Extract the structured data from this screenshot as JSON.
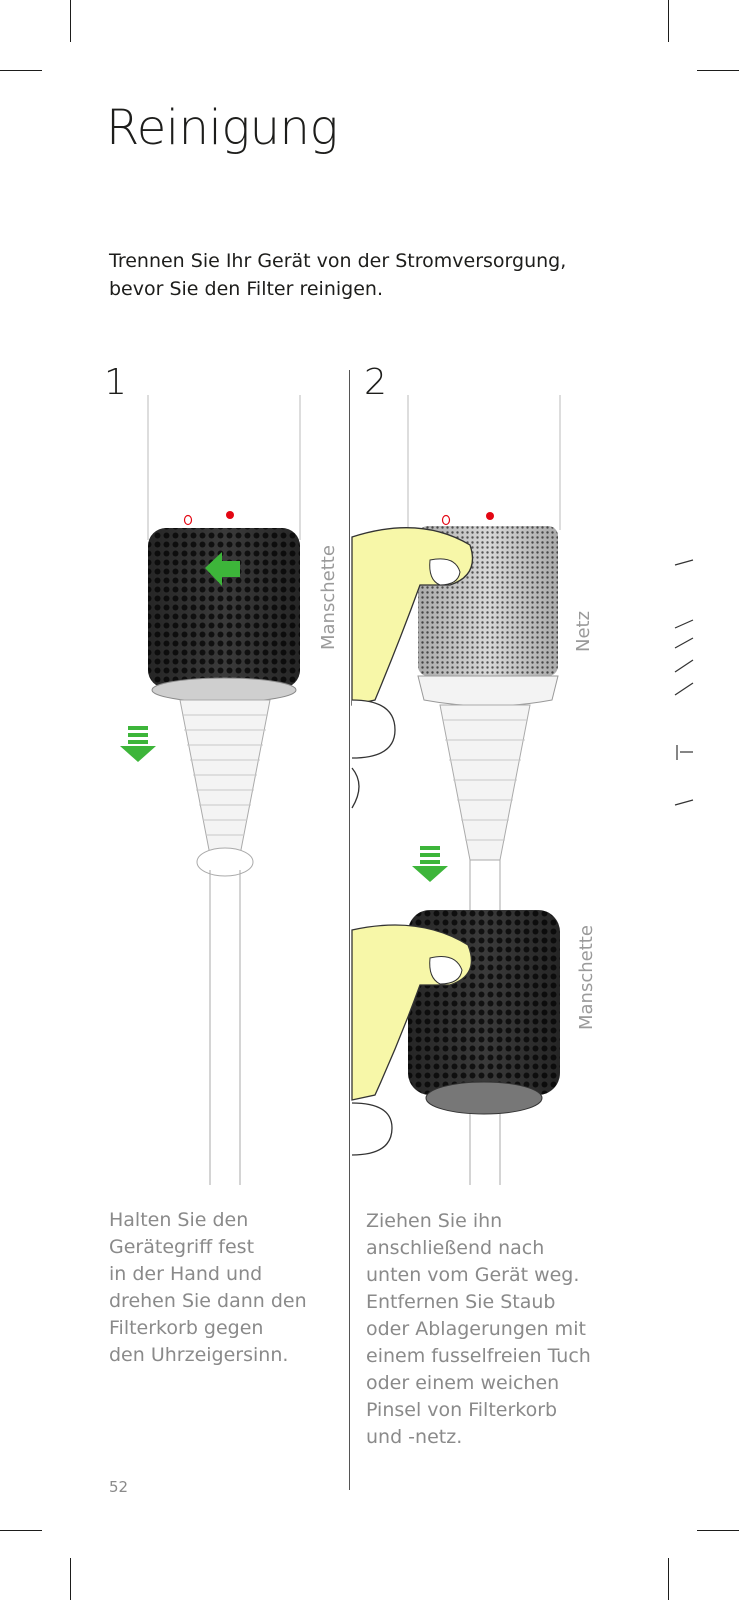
{
  "title": "Reinigung",
  "intro": {
    "line1": "Trennen Sie Ihr Gerät von der Stromversorgung,",
    "line2": "bevor Sie den Filter reinigen."
  },
  "steps": [
    {
      "number": "1",
      "label_cuff": "Manschette",
      "caption_lines": [
        "Halten Sie den",
        "Gerätegriff fest",
        "in der Hand und",
        "drehen Sie dann den",
        "Filterkorb gegen",
        "den Uhrzeigersinn."
      ]
    },
    {
      "number": "2",
      "label_mesh": "Netz",
      "label_cuff": "Manschette",
      "caption_lines": [
        "Ziehen Sie ihn",
        "anschließend nach",
        "unten vom Gerät weg.",
        "Entfernen Sie Staub",
        "oder Ablagerungen mit",
        "einem fusselfreien Tuch",
        "oder einem weichen",
        "Pinsel von Filterkorb",
        "und -netz."
      ]
    }
  ],
  "page_number": "52",
  "colors": {
    "arrow_green": "#3db53a",
    "hand_yellow": "#f7f7a8",
    "dot_red": "#e30613",
    "text_dark": "#1d1d1b",
    "text_grey": "#8a8a8a"
  }
}
